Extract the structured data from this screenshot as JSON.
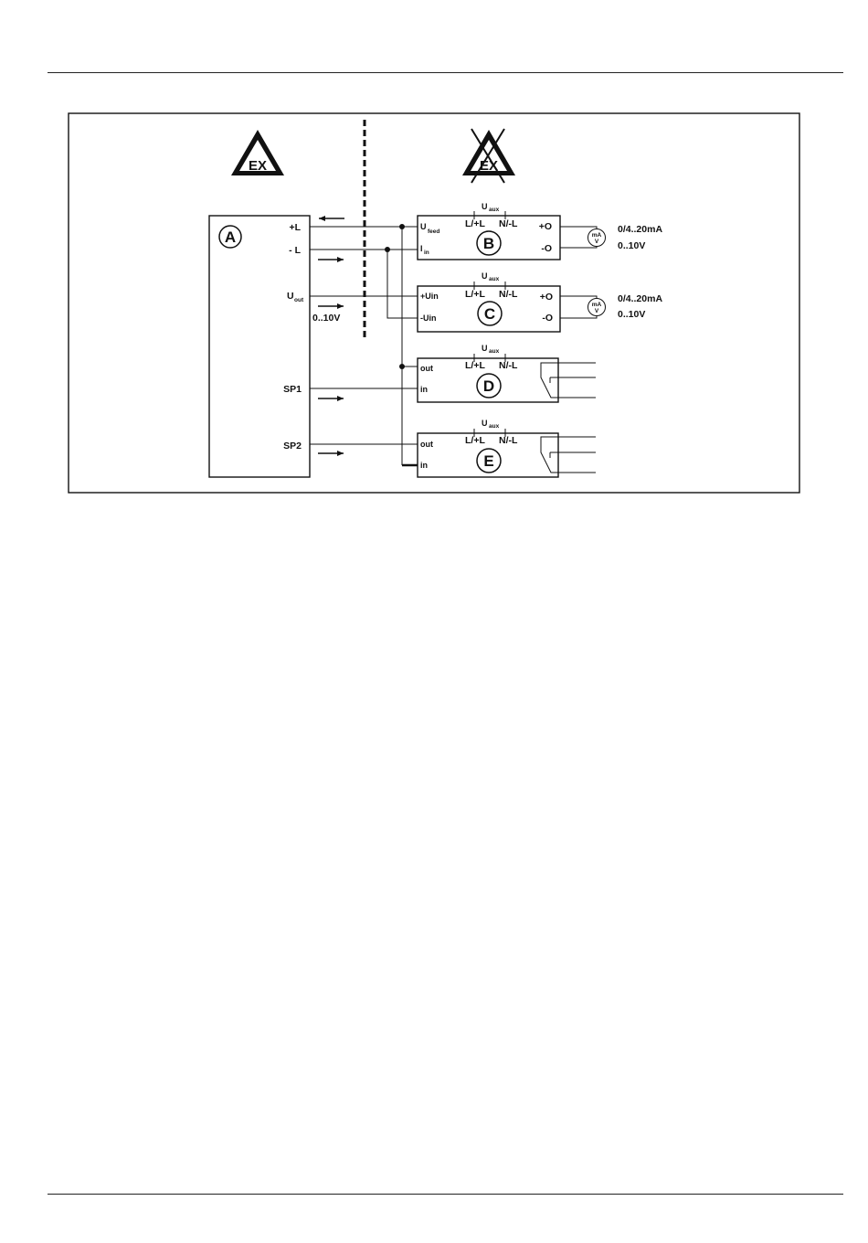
{
  "diagram": {
    "module_a": {
      "id": "A",
      "plus_l": "+L",
      "minus_l": "- L",
      "uout_main": "U",
      "uout_sub": "out",
      "range": "0..10V",
      "sp1": "SP1",
      "sp2": "SP2"
    },
    "hazard_zone": {
      "symbol_text": "EX"
    },
    "safe_zone": {
      "symbol_text": "EX"
    },
    "module_b": {
      "id": "B",
      "uaux_main": "U",
      "uaux_sub": "aux",
      "l_plus": "L/+L",
      "n_minus": "N/-L",
      "in1_main": "U",
      "in1_sub": "feed",
      "in2_main": "I",
      "in2_sub": "in",
      "out_plus": "+O",
      "out_minus": "-O",
      "meter_top": "mA",
      "meter_bottom": "V",
      "output_current": "0/4..20mA",
      "output_voltage": "0..10V"
    },
    "module_c": {
      "id": "C",
      "uaux_main": "U",
      "uaux_sub": "aux",
      "l_plus": "L/+L",
      "n_minus": "N/-L",
      "in1": "+Uin",
      "in2": "-Uin",
      "out_plus": "+O",
      "out_minus": "-O",
      "meter_top": "mA",
      "meter_bottom": "V",
      "output_current": "0/4..20mA",
      "output_voltage": "0..10V"
    },
    "module_d": {
      "id": "D",
      "uaux_main": "U",
      "uaux_sub": "aux",
      "l_plus": "L/+L",
      "n_minus": "N/-L",
      "out": "out",
      "in": "in"
    },
    "module_e": {
      "id": "E",
      "uaux_main": "U",
      "uaux_sub": "aux",
      "l_plus": "L/+L",
      "n_minus": "N/-L",
      "out": "out",
      "in": "in"
    }
  },
  "colors": {
    "line": "#111111",
    "background": "#ffffff"
  }
}
